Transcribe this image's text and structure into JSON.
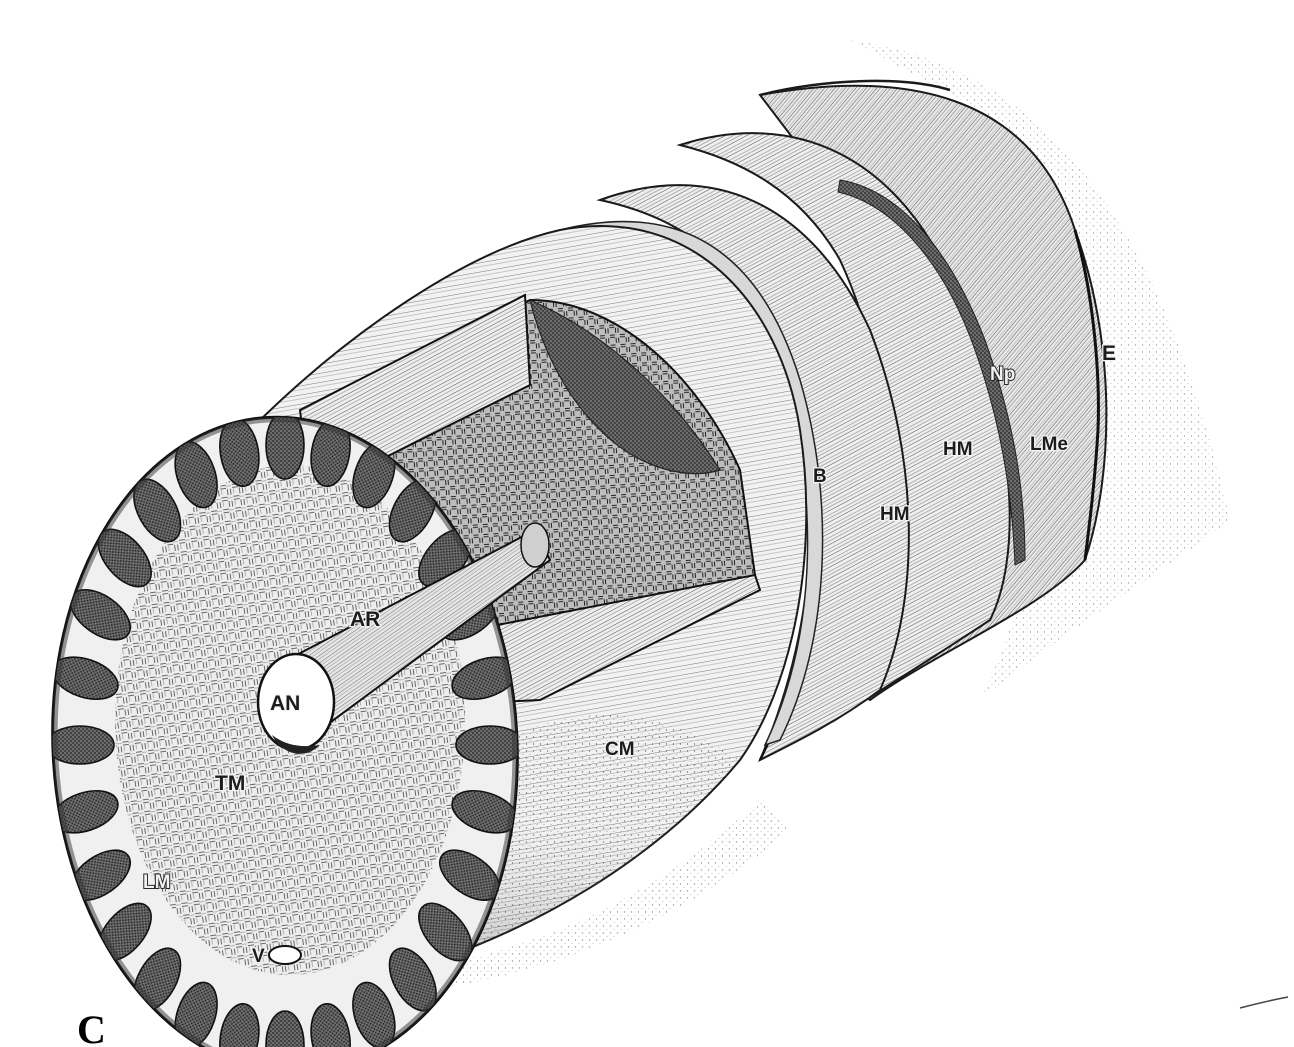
{
  "figure": {
    "panel_letter": "C",
    "labels": {
      "E": "E",
      "Np": "Np",
      "LMe": "LMe",
      "HM_outer": "HM",
      "HM_inner": "HM",
      "B": "B",
      "AR": "AR",
      "AN": "AN",
      "CM": "CM",
      "TM": "TM",
      "LM": "LM",
      "V": "V"
    }
  }
}
